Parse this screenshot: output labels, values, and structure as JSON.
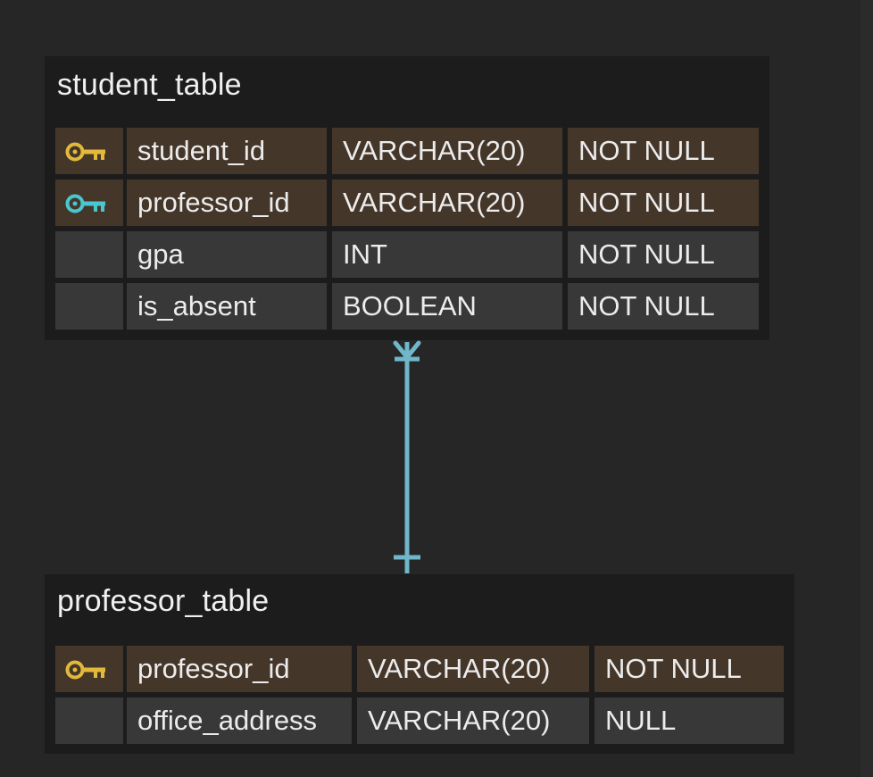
{
  "diagram": {
    "colors": {
      "background": "#262626",
      "card": "#1c1c1c",
      "key_row": "#45362a",
      "plain_row": "#383838",
      "primary_key_icon": "#e2b93b",
      "foreign_key_icon": "#49c7cf",
      "relation_line": "#6fb7c9"
    },
    "relationship": {
      "from": "student_table",
      "to": "professor_table",
      "from_end": "crows-foot-many",
      "to_end": "one"
    },
    "tables": [
      {
        "name": "student_table",
        "rows": [
          {
            "key": "primary",
            "icon": "key-icon",
            "column": "student_id",
            "type": "VARCHAR(20)",
            "constraint": "NOT NULL"
          },
          {
            "key": "foreign",
            "icon": "key-icon",
            "column": "professor_id",
            "type": "VARCHAR(20)",
            "constraint": "NOT NULL"
          },
          {
            "key": "",
            "column": "gpa",
            "type": "INT",
            "constraint": "NOT NULL"
          },
          {
            "key": "",
            "column": "is_absent",
            "type": "BOOLEAN",
            "constraint": "NOT NULL"
          }
        ]
      },
      {
        "name": "professor_table",
        "rows": [
          {
            "key": "primary",
            "icon": "key-icon",
            "column": "professor_id",
            "type": "VARCHAR(20)",
            "constraint": "NOT NULL"
          },
          {
            "key": "",
            "column": "office_address",
            "type": "VARCHAR(20)",
            "constraint": "NULL"
          }
        ]
      }
    ]
  }
}
